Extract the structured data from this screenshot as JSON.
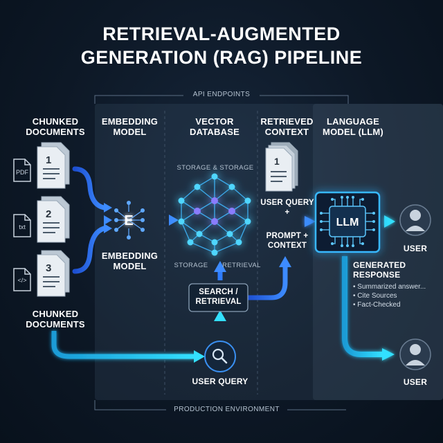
{
  "title": {
    "line1": "RETRIEVAL-AUGMENTED",
    "line2": "GENERATION (RAG) PIPELINE"
  },
  "api_endpoints_label": "API ENDPOINTS",
  "production_environment_label": "PRODUCTION ENVIRONMENT",
  "columns": {
    "chunked_documents": [
      "CHUNKED",
      "DOCUMENTS"
    ],
    "embedding_model": [
      "EMBEDDING",
      "MODEL"
    ],
    "vector_database": [
      "VECTOR",
      "DATABASE"
    ],
    "retrieved_context": [
      "RETRIEVED",
      "CONTEXT"
    ],
    "language_model": [
      "LANGUAGE",
      "MODEL (LLM)"
    ]
  },
  "documents": {
    "pdf_label": "PDF",
    "txt_label": "txt",
    "code_label": "</>",
    "numbers": [
      "1",
      "2",
      "3"
    ],
    "bottom_label": [
      "CHUNKED",
      "DOCUMENTS"
    ]
  },
  "embedding": {
    "icon_letter": "E",
    "bottom_label": [
      "EMBEDDING",
      "MODEL"
    ]
  },
  "vector_db": {
    "storage_top": "STORAGE & STORAGE",
    "storage_bottom": "STORAGE",
    "retrieval_bottom": "RETRIEVAL"
  },
  "retrieved": {
    "doc_number": "1",
    "user_query": [
      "USER QUERY",
      "+"
    ],
    "prompt_context": [
      "PROMPT +",
      "CONTEXT"
    ]
  },
  "search_retrieval": [
    "SEARCH /",
    "RETRIEVAL"
  ],
  "user_query_bottom": "USER QUERY",
  "llm": {
    "chip_label": "LLM",
    "user_top": "USER",
    "user_bottom": "USER",
    "generated_response": [
      "GENERATED",
      "RESPONSE"
    ],
    "bullets": [
      "Summarized answer...",
      "Cite Sources",
      "Fact-Checked"
    ]
  },
  "colors": {
    "background": "#0d1826",
    "accent_blue": "#2f7dff",
    "accent_cyan": "#22d3ee",
    "node_cyan": "#3fd0ff",
    "node_purple": "#7b6cff"
  }
}
